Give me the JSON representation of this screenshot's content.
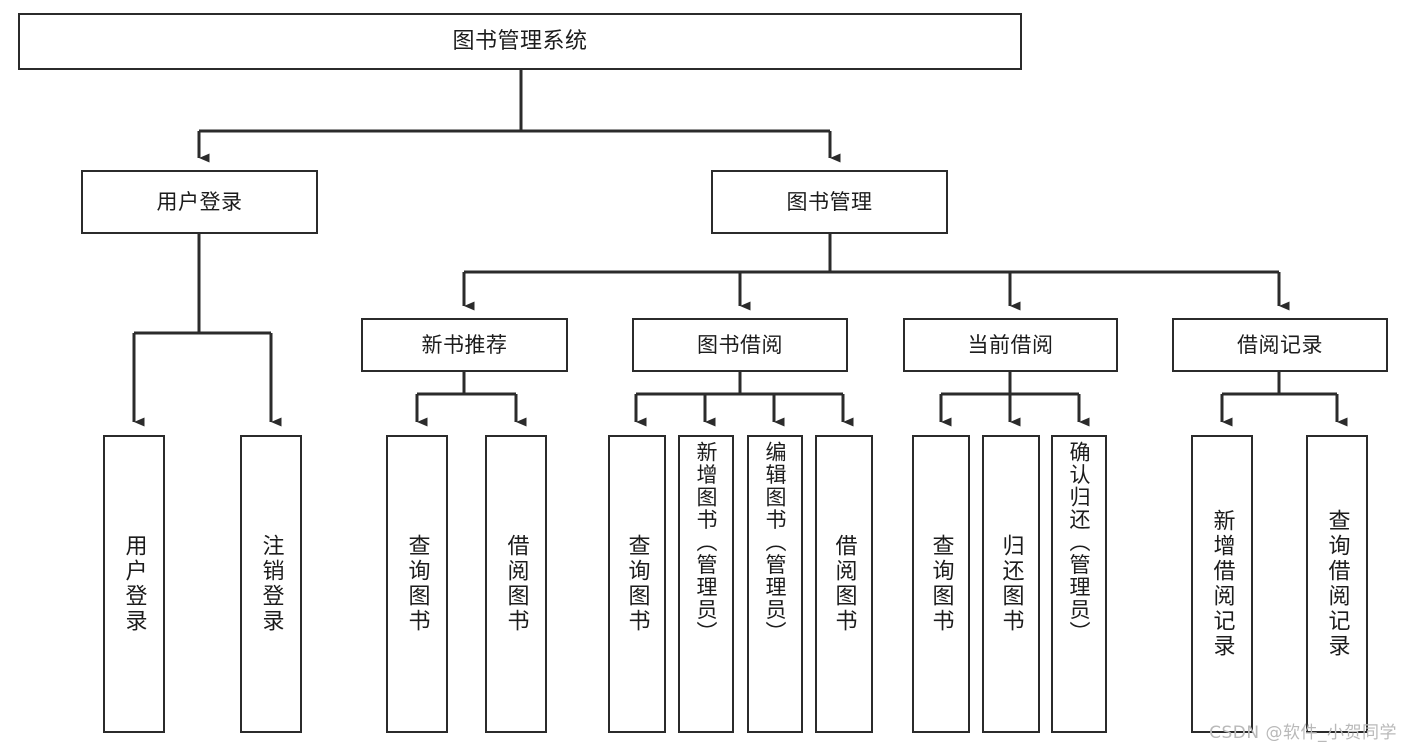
{
  "diagram": {
    "title": "图书管理系统",
    "type": "tree-hierarchy-diagram",
    "colors": {
      "box_border": "#2b2b2b",
      "box_fill": "#ffffff",
      "connector": "#2b2b2b",
      "text": "#1c1c1c",
      "watermark": "#b9b9b9",
      "background": "#ffffff"
    },
    "watermark": "CSDN @软件_小贺同学"
  },
  "nodes": {
    "root": {
      "label": "图书管理系统"
    },
    "level2": [
      {
        "id": "user-login",
        "label": "用户登录"
      },
      {
        "id": "book-management",
        "label": "图书管理"
      }
    ],
    "level3": [
      {
        "id": "new-book-recommend",
        "label": "新书推荐"
      },
      {
        "id": "book-borrow",
        "label": "图书借阅"
      },
      {
        "id": "current-borrow",
        "label": "当前借阅"
      },
      {
        "id": "borrow-record",
        "label": "借阅记录"
      }
    ],
    "leaves": {
      "user-login": [
        {
          "id": "leaf-user-login",
          "label": "用户登录"
        },
        {
          "id": "leaf-user-logout",
          "label": "注销登录"
        }
      ],
      "new-book-recommend": [
        {
          "id": "leaf-query-book-1",
          "label": "查询图书"
        },
        {
          "id": "leaf-borrow-book-1",
          "label": "借阅图书"
        }
      ],
      "book-borrow": [
        {
          "id": "leaf-query-book-2",
          "label": "查询图书"
        },
        {
          "id": "leaf-add-book",
          "label": "新增图书（管理员）"
        },
        {
          "id": "leaf-edit-book",
          "label": "编辑图书（管理员）"
        },
        {
          "id": "leaf-borrow-book-2",
          "label": "借阅图书"
        }
      ],
      "current-borrow": [
        {
          "id": "leaf-query-book-3",
          "label": "查询图书"
        },
        {
          "id": "leaf-return-book",
          "label": "归还图书"
        },
        {
          "id": "leaf-confirm-return",
          "label": "确认归还（管理员）"
        }
      ],
      "borrow-record": [
        {
          "id": "leaf-add-record",
          "label": "新增借阅记录"
        },
        {
          "id": "leaf-query-record",
          "label": "查询借阅记录"
        }
      ]
    }
  }
}
